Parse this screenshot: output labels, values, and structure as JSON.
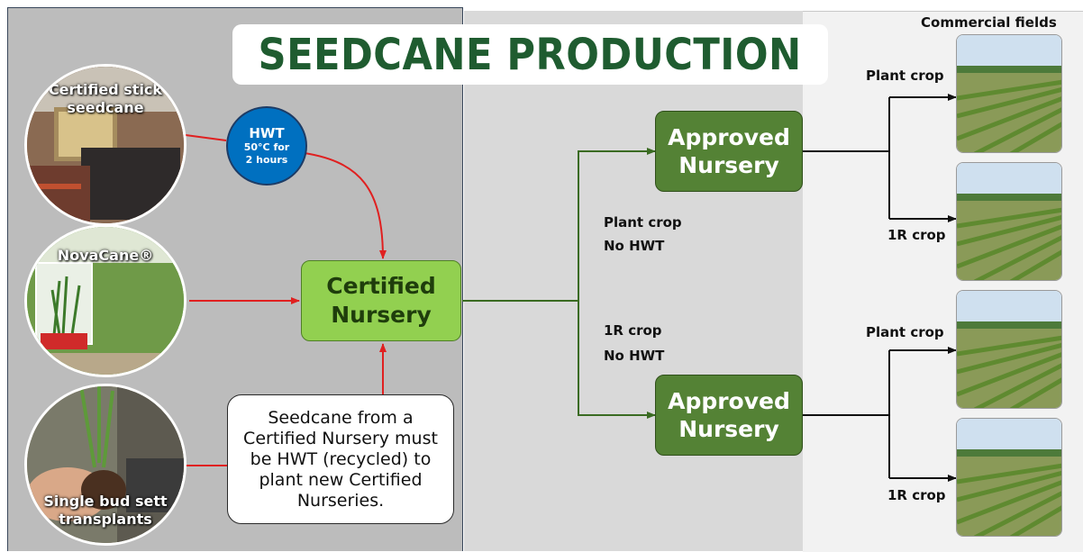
{
  "title": "SEEDCANE PRODUCTION",
  "sources": [
    {
      "label": "Certified stick seedcane"
    },
    {
      "label": "NovaCane®"
    },
    {
      "label": "Single bud sett transplants"
    }
  ],
  "hwt": {
    "title": "HWT",
    "detail_line1": "50°C for",
    "detail_line2": "2 hours"
  },
  "certified_nursery": {
    "line1": "Certified",
    "line2": "Nursery"
  },
  "note": "Seedcane from a Certified Nursery must be HWT (recycled) to plant new Certified Nurseries.",
  "approved_nursery": {
    "line1": "Approved",
    "line2": "Nursery"
  },
  "branch_labels": {
    "upper": {
      "crop": "Plant crop",
      "treatment": "No HWT"
    },
    "lower": {
      "crop": "1R crop",
      "treatment": "No HWT"
    }
  },
  "commercial_fields": {
    "heading": "Commercial fields",
    "plant_crop": "Plant crop",
    "ratoon_crop": "1R crop"
  },
  "colors": {
    "title_green": "#1f5c30",
    "certified_fill": "#92d050",
    "approved_fill": "#548235",
    "hwt_blue": "#0070c0",
    "red_arrow": "#e02020",
    "green_arrow": "#3a6b22"
  }
}
